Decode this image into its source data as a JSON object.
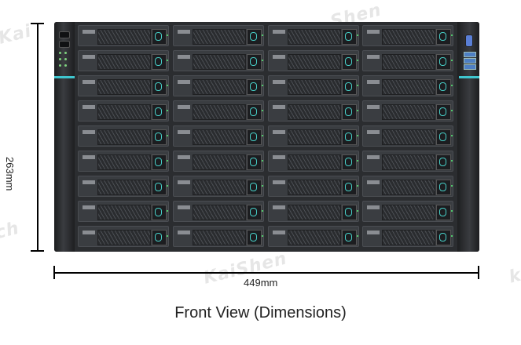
{
  "dimensions": {
    "height_label": "263mm",
    "width_label": "449mm"
  },
  "caption": "Front View (Dimensions)",
  "watermark": "KaiShen",
  "chassis": {
    "columns": 4,
    "rows": 9,
    "accent_color": "#3fc6cf",
    "body_color": "#2b2d30"
  }
}
